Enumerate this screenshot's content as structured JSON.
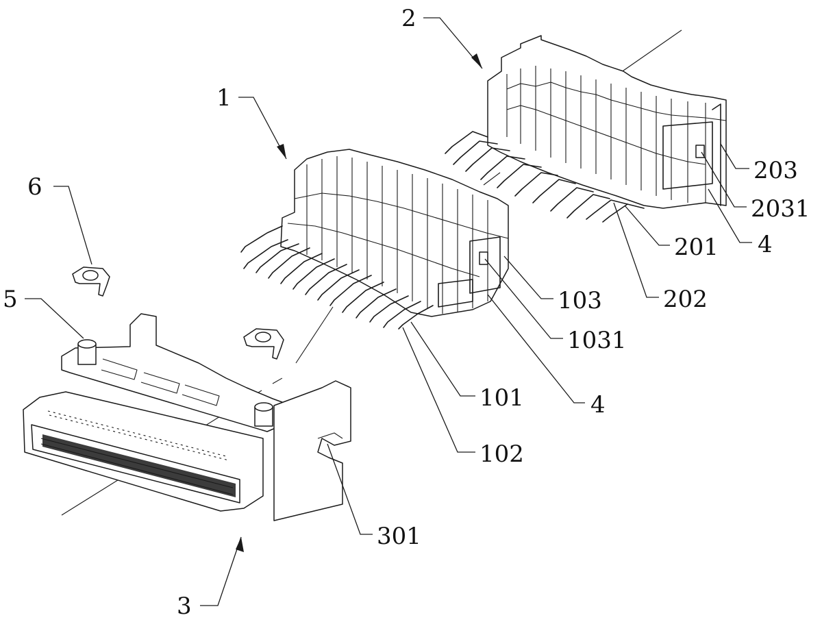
{
  "labels": {
    "l1": "1",
    "l2": "2",
    "l3": "3",
    "l4a": "4",
    "l4b": "4",
    "l5": "5",
    "l6": "6",
    "l101": "101",
    "l102": "102",
    "l103": "103",
    "l1031": "1031",
    "l201": "201",
    "l202": "202",
    "l203": "203",
    "l2031": "2031",
    "l301": "301"
  },
  "colors": {
    "line": "#1a1a1a",
    "background": "#ffffff"
  }
}
